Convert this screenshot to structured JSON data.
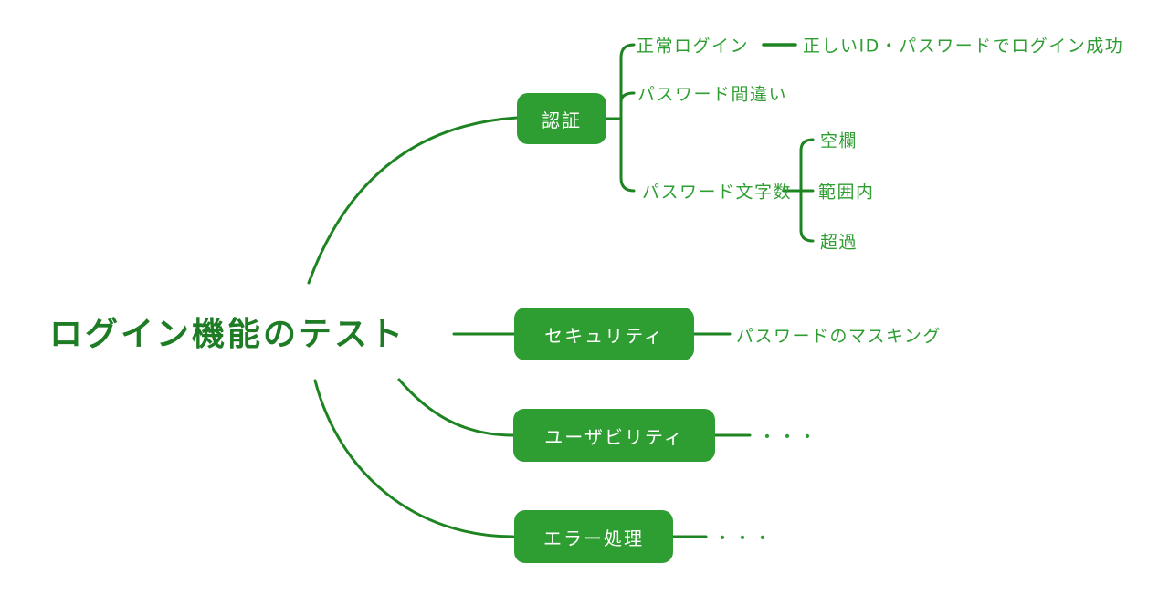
{
  "colors": {
    "node_fill": "#2f9e32",
    "node_text": "#ffffff",
    "line": "#1e8422",
    "label_text": "#2f9e32",
    "root_text": "#1d7c24",
    "background": "#ffffff"
  },
  "mindmap": {
    "root": {
      "label": "ログイン機能のテスト"
    },
    "branches": [
      {
        "label": "認証",
        "children": [
          {
            "label": "正常ログイン",
            "children": [
              {
                "label": "正しいID・パスワードでログイン成功"
              }
            ]
          },
          {
            "label": "パスワード間違い"
          },
          {
            "label": "パスワード文字数",
            "children": [
              {
                "label": "空欄"
              },
              {
                "label": "範囲内"
              },
              {
                "label": "超過"
              }
            ]
          }
        ]
      },
      {
        "label": "セキュリティ",
        "children": [
          {
            "label": "パスワードのマスキング"
          }
        ]
      },
      {
        "label": "ユーザビリティ",
        "children": [
          {
            "label": "・・・"
          }
        ]
      },
      {
        "label": "エラー処理",
        "children": [
          {
            "label": "・・・"
          }
        ]
      }
    ]
  }
}
